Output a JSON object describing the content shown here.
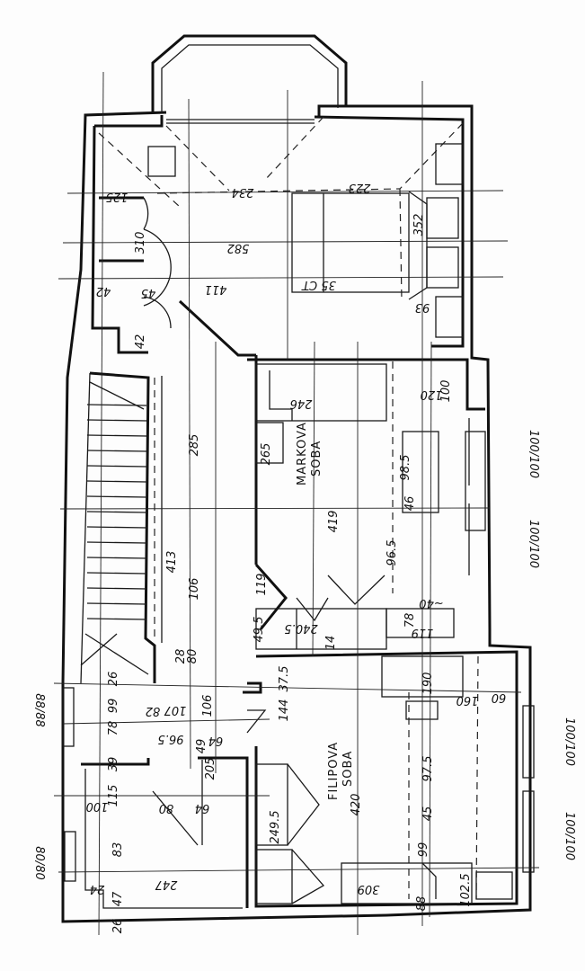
{
  "rooms": {
    "marko": {
      "line1": "MARKOVA",
      "line2": "SOBA"
    },
    "filip": {
      "line1": "FILIPOVA",
      "line2": "SOBA"
    }
  },
  "dims": {
    "bedroom": [
      "125",
      "234",
      "223",
      "310",
      "582",
      "352",
      "42",
      "45",
      "411",
      "35 CT",
      "93",
      "42"
    ],
    "marko": [
      "246",
      "120",
      "100",
      "265",
      "285",
      "419",
      "98.5",
      "46",
      "96.5",
      "413",
      "106",
      "119",
      "49.5",
      "240.5",
      "14",
      "78",
      "119",
      "~40",
      "28",
      "80"
    ],
    "windows": [
      "100/100",
      "100/100",
      "88/88",
      "80/80",
      "100/100",
      "100/100"
    ],
    "filip": [
      "26",
      "99",
      "78",
      "82",
      "107",
      "106",
      "96.5",
      "64",
      "49",
      "205",
      "39",
      "115",
      "80",
      "64",
      "100",
      "83",
      "247",
      "24",
      "47",
      "26",
      "144",
      "37.5",
      "249.5",
      "420",
      "190",
      "160",
      "60",
      "97.5",
      "45",
      "99",
      "309",
      "88",
      "102.5"
    ]
  }
}
